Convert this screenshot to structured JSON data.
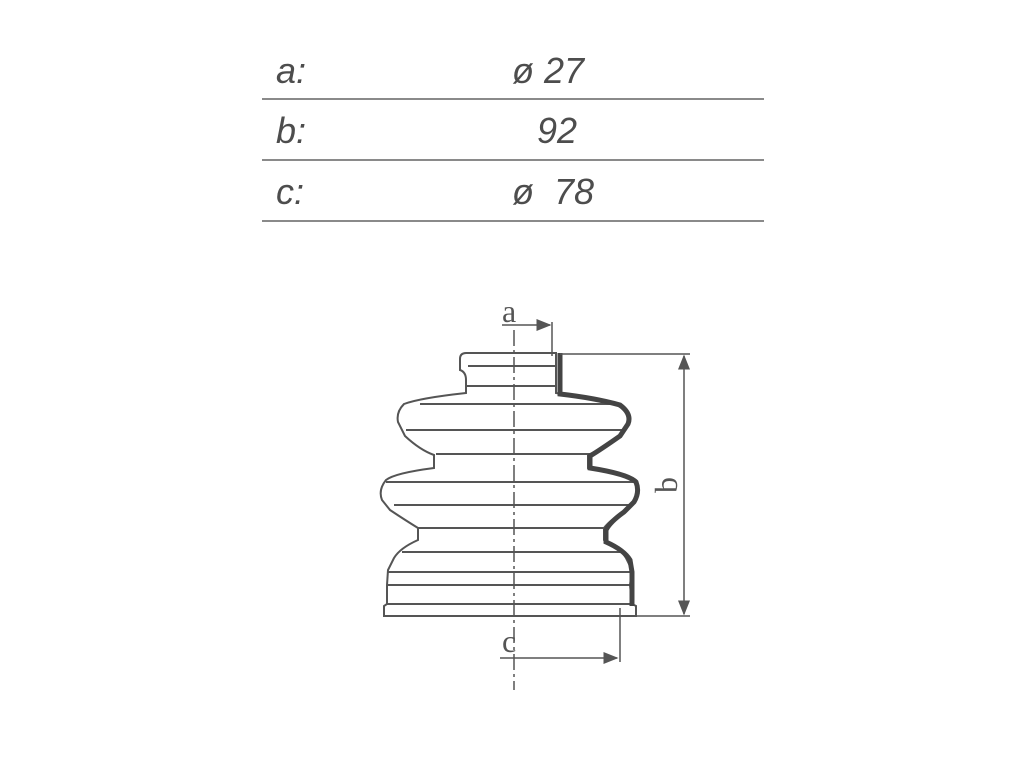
{
  "specs": [
    {
      "label": "a:",
      "value": "ø 27"
    },
    {
      "label": "b:",
      "value": "92"
    },
    {
      "label": "c:",
      "value": "ø  78"
    }
  ],
  "diagram": {
    "dimension_labels": {
      "a": "a",
      "b": "b",
      "c": "c"
    },
    "line_color": "#555555",
    "fill_color": "#ffffff"
  }
}
